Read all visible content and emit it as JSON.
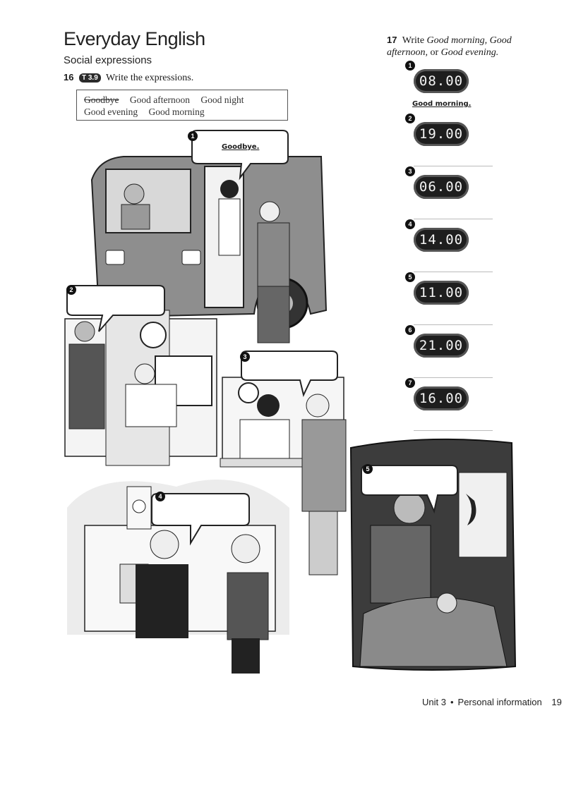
{
  "header": {
    "title": "Everyday English",
    "subtitle": "Social expressions"
  },
  "exercise16": {
    "number": "16",
    "track": "T 3.9",
    "instruction": "Write the expressions.",
    "word_box": [
      "Goodbye",
      "Good afternoon",
      "Good night",
      "Good evening",
      "Good morning"
    ],
    "struck_word": "Goodbye",
    "scenes": [
      {
        "number": "1",
        "answer": "Goodbye."
      },
      {
        "number": "2",
        "answer": ""
      },
      {
        "number": "3",
        "answer": ""
      },
      {
        "number": "4",
        "answer": ""
      },
      {
        "number": "5",
        "answer": ""
      }
    ]
  },
  "exercise17": {
    "number": "17",
    "instruction_lead": "Write",
    "instruction_italic_1": "Good morning, Good afternoon,",
    "instruction_or": "or",
    "instruction_italic_2": "Good evening.",
    "items": [
      {
        "number": "1",
        "time": "08.00",
        "answer": "Good morning."
      },
      {
        "number": "2",
        "time": "19.00",
        "answer": ""
      },
      {
        "number": "3",
        "time": "06.00",
        "answer": ""
      },
      {
        "number": "4",
        "time": "14.00",
        "answer": ""
      },
      {
        "number": "5",
        "time": "11.00",
        "answer": ""
      },
      {
        "number": "6",
        "time": "21.00",
        "answer": ""
      },
      {
        "number": "7",
        "time": "16.00",
        "answer": ""
      }
    ]
  },
  "footer": {
    "unit": "Unit 3",
    "separator": "•",
    "section": "Personal information",
    "page": "19"
  }
}
